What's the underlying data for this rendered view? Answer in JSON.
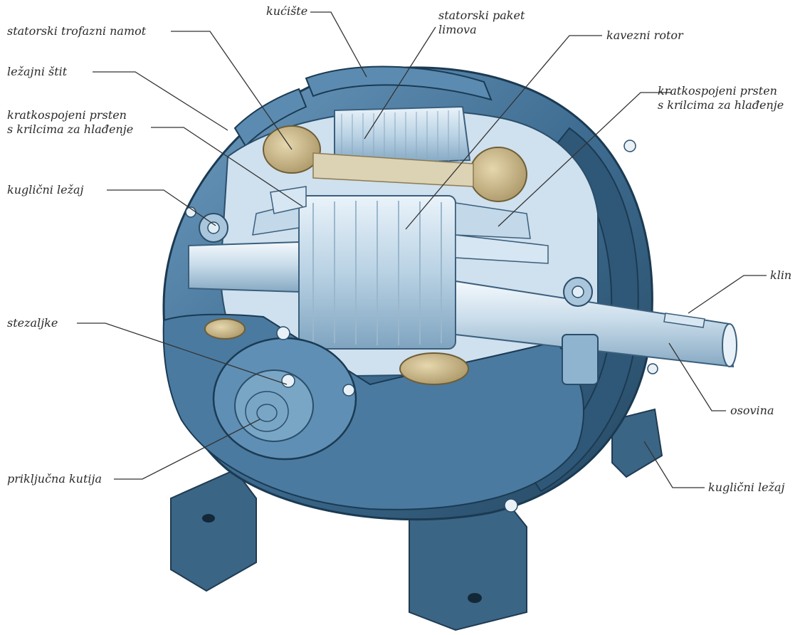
{
  "labels": {
    "kuciste": "kućište",
    "statorski_paket_1": "statorski paket",
    "statorski_paket_2": "limova",
    "statorski_trofazni_namot": "statorski trofazni namot",
    "kavezni_rotor": "kavezni rotor",
    "lezajni_stit": "ležajni štit",
    "prsten_left_1": "kratkospojeni prsten",
    "prsten_left_2": "s krilcima za hlađenje",
    "prsten_right_1": "kratkospojeni prsten",
    "prsten_right_2": "s krilcima za hlađenje",
    "kuglicni_lezaj_left": "kuglični ležaj",
    "klin": "klin",
    "stezaljke": "stezaljke",
    "osovina": "osovina",
    "prikljucna_kutija": "priključna kutija",
    "kuglicni_lezaj_right": "kuglični ležaj"
  },
  "colors": {
    "housing_dark": "#2e5676",
    "housing_mid": "#4f7fa3",
    "housing_light": "#8fb7d3",
    "steel_light": "#d6e6f2",
    "winding": "#c8b58a",
    "leader_line": "#333333"
  }
}
